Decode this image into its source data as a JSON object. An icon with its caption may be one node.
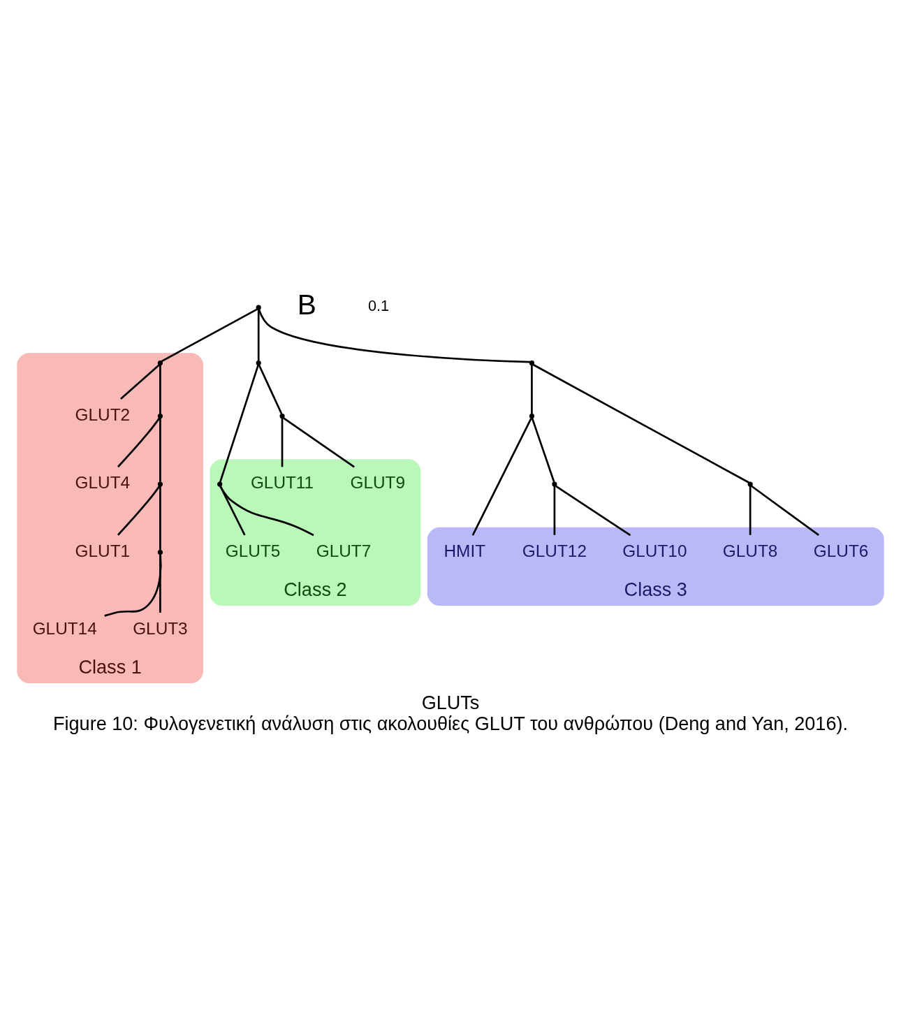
{
  "diagram": {
    "title": "GLUTs",
    "caption": "Figure 10: Φυλογενετική ανάλυση στις ακολουθίες GLUT του ανθρώπου (Deng and Yan, 2016).",
    "nodes": [
      {
        "text": [
          "Class 1"
        ]
      },
      {
        "text": [
          "GLUT2"
        ],
        "in": 0
      },
      {
        "text": [
          "GLUT4"
        ],
        "in": 0
      },
      {
        "text": [
          "GLUT1"
        ],
        "in": 0
      },
      {
        "text": [
          "GLUT14"
        ],
        "in": 0
      },
      {
        "text": [
          "GLUT3"
        ],
        "in": 0
      },
      {
        "text": [
          "Class 2"
        ]
      },
      {
        "text": [
          "GLUT5"
        ],
        "in": 6
      },
      {
        "text": [
          "GLUT7"
        ],
        "in": 6
      },
      {
        "text": [
          "GLUT9"
        ],
        "in": 6
      },
      {
        "text": [
          "GLUT11"
        ],
        "in": 6
      },
      {
        "text": [
          "Class 3"
        ]
      },
      {
        "text": [
          "GLUT12"
        ],
        "in": 11
      },
      {
        "text": [
          "GLUT10"
        ],
        "in": 11
      },
      {
        "text": [
          "HMIT"
        ],
        "in": 11
      },
      {
        "text": [
          "GLUT8"
        ],
        "in": 11
      },
      {
        "text": [
          "GLUT6"
        ],
        "in": 11
      },
      {
        "text": [],
        "shape": "point"
      },
      {
        "text": [],
        "shape": "point",
        "in": 0
      },
      {
        "text": [],
        "shape": "point",
        "in": 0
      },
      {
        "text": [],
        "shape": "point",
        "in": 0
      },
      {
        "text": [],
        "shape": "point",
        "in": 0
      },
      {
        "text": [],
        "shape": "point"
      },
      {
        "text": [],
        "shape": "point",
        "in": 6
      },
      {
        "text": [],
        "shape": "point"
      },
      {
        "text": [],
        "shape": "point"
      },
      {
        "text": [],
        "shape": "point"
      },
      {
        "text": [],
        "shape": "point"
      },
      {
        "text": [],
        "shape": "point"
      }
    ],
    "edges": [
      {
        "from": 17,
        "to": 18,
        "arrow": "none"
      },
      {
        "from": 18,
        "to": 1,
        "arrow": "none"
      },
      {
        "from": 18,
        "to": 19,
        "arrow": "none"
      },
      {
        "from": 19,
        "to": 2,
        "arrow": "none"
      },
      {
        "from": 19,
        "to": 20,
        "arrow": "none"
      },
      {
        "from": 20,
        "to": 3,
        "arrow": "none"
      },
      {
        "from": 20,
        "to": 21,
        "arrow": "none"
      },
      {
        "from": 21,
        "to": 4,
        "arrow": "none"
      },
      {
        "from": 21,
        "to": 5,
        "arrow": "none"
      },
      {
        "from": 17,
        "to": 22,
        "arrow": "none"
      },
      {
        "from": 22,
        "to": 23,
        "arrow": "none"
      },
      {
        "from": 23,
        "to": 7,
        "arrow": "none"
      },
      {
        "from": 23,
        "to": 8,
        "arrow": "none"
      },
      {
        "from": 22,
        "to": 24,
        "arrow": "none"
      },
      {
        "from": 24,
        "to": 9,
        "arrow": "none"
      },
      {
        "from": 24,
        "to": 10,
        "arrow": "none"
      },
      {
        "from": 17,
        "to": 25,
        "arrow": "none"
      },
      {
        "from": 25,
        "to": 26,
        "arrow": "none"
      },
      {
        "from": 26,
        "to": 14,
        "arrow": "none"
      },
      {
        "from": 26,
        "to": 27,
        "arrow": "none"
      },
      {
        "from": 27,
        "to": 12,
        "arrow": "none"
      },
      {
        "from": 27,
        "to": 13,
        "arrow": "none"
      },
      {
        "from": 25,
        "to": 28,
        "arrow": "none"
      },
      {
        "from": 28,
        "to": 15,
        "arrow": "none"
      },
      {
        "from": 28,
        "to": 16,
        "arrow": "none"
      }
    ],
    "labels": [
      "B",
      "0.1"
    ]
  }
}
